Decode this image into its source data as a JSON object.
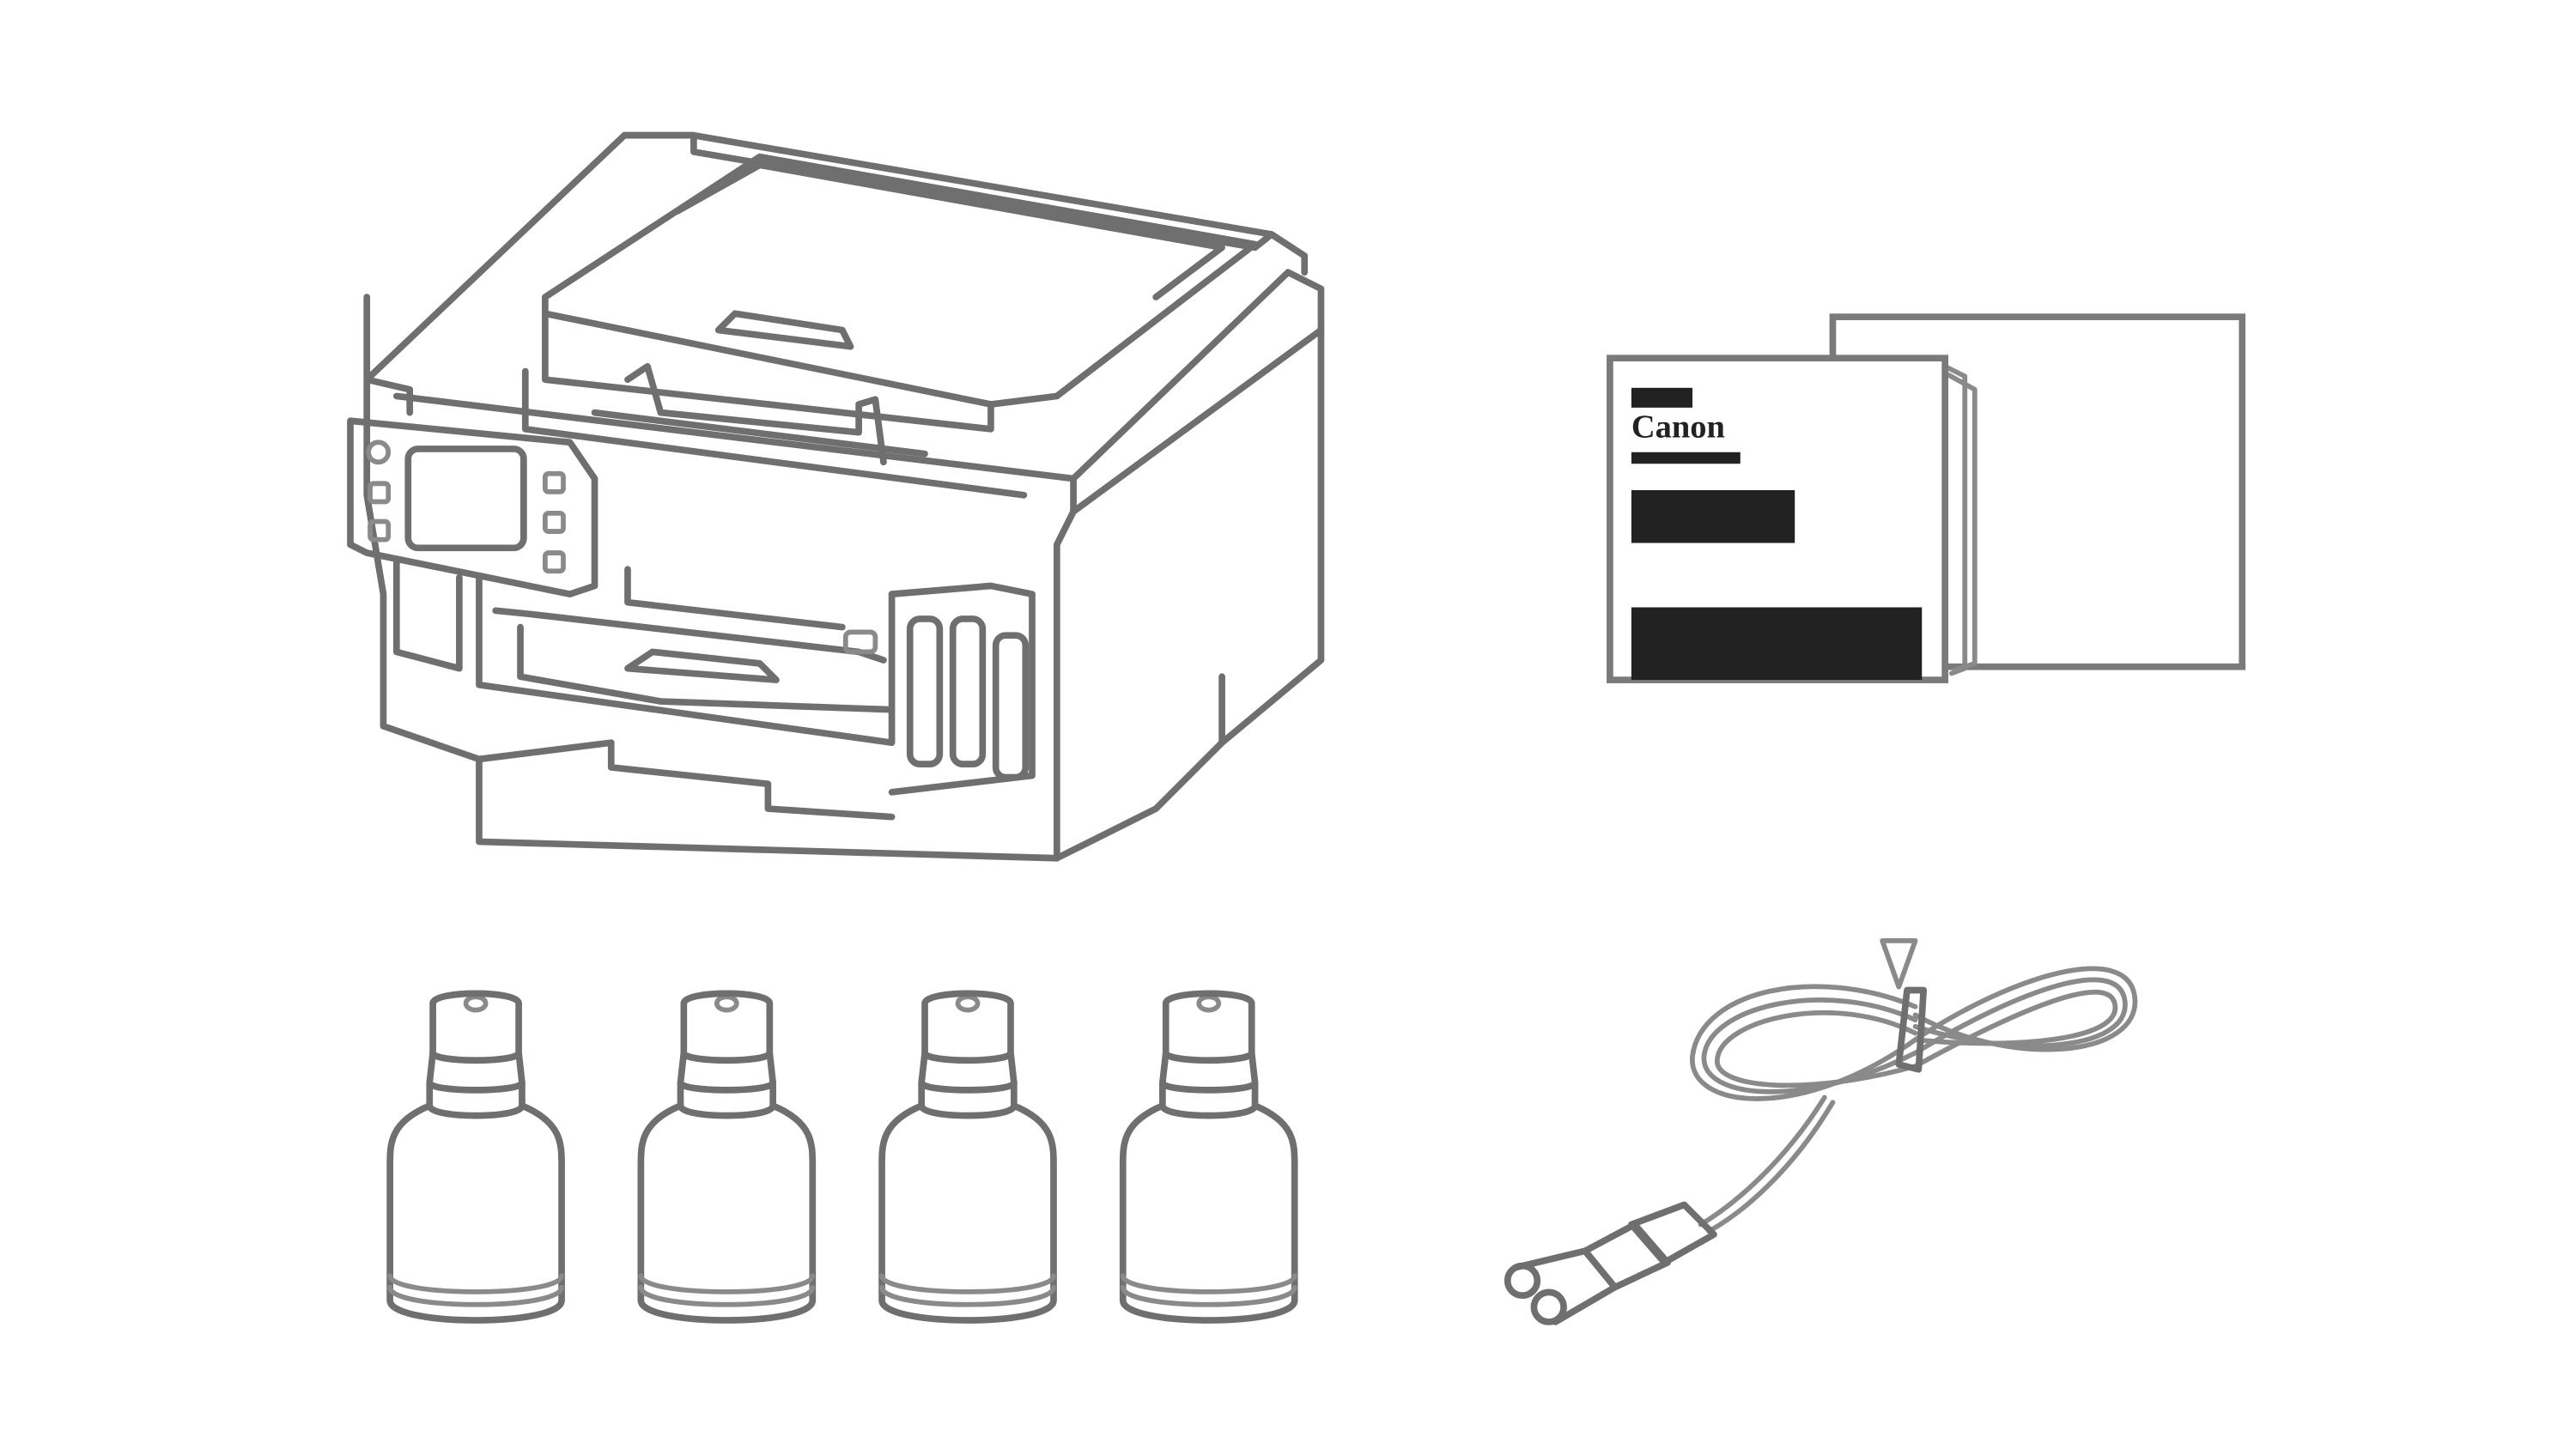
{
  "items": [
    {
      "name": "printer",
      "icon": "printer-icon"
    },
    {
      "name": "documents",
      "icon": "document-icon"
    },
    {
      "name": "ink-bottles",
      "icon": "ink-bottle-icon",
      "count": 4
    },
    {
      "name": "power-cord",
      "icon": "power-cord-icon"
    }
  ],
  "document": {
    "brand": "Canon"
  },
  "colors": {
    "line": "#6f6f6f",
    "fill": "#ffffff",
    "block": "#222222"
  }
}
